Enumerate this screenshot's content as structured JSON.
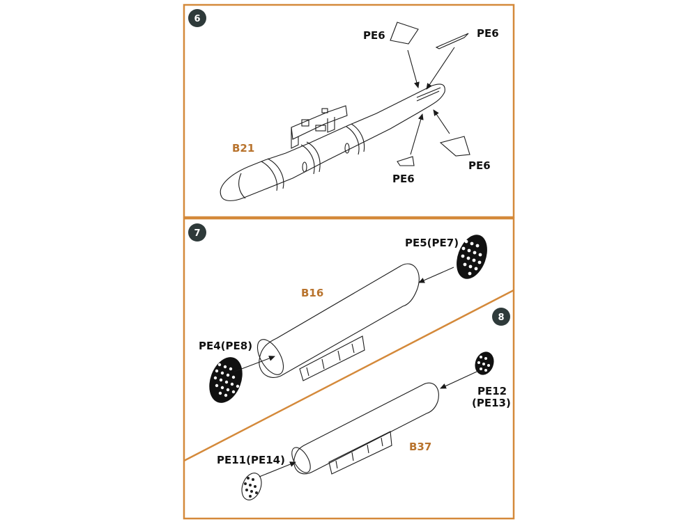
{
  "colors": {
    "frame": "#d4893a",
    "step_badge": "#2e3a3a",
    "part_label": "#b8732d",
    "ink": "#1a1a1a"
  },
  "steps": [
    {
      "number": "6"
    },
    {
      "number": "7"
    },
    {
      "number": "8"
    }
  ],
  "step6": {
    "part": "B21",
    "pe_labels": [
      "PE6",
      "PE6",
      "PE6",
      "PE6"
    ]
  },
  "step7": {
    "part": "B16",
    "front_mesh": "PE5(PE7)",
    "rear_mesh": "PE4(PE8)"
  },
  "step8": {
    "part": "B37",
    "front_mesh_line1": "PE12",
    "front_mesh_line2": "(PE13)",
    "rear_mesh": "PE11(PE14)"
  }
}
